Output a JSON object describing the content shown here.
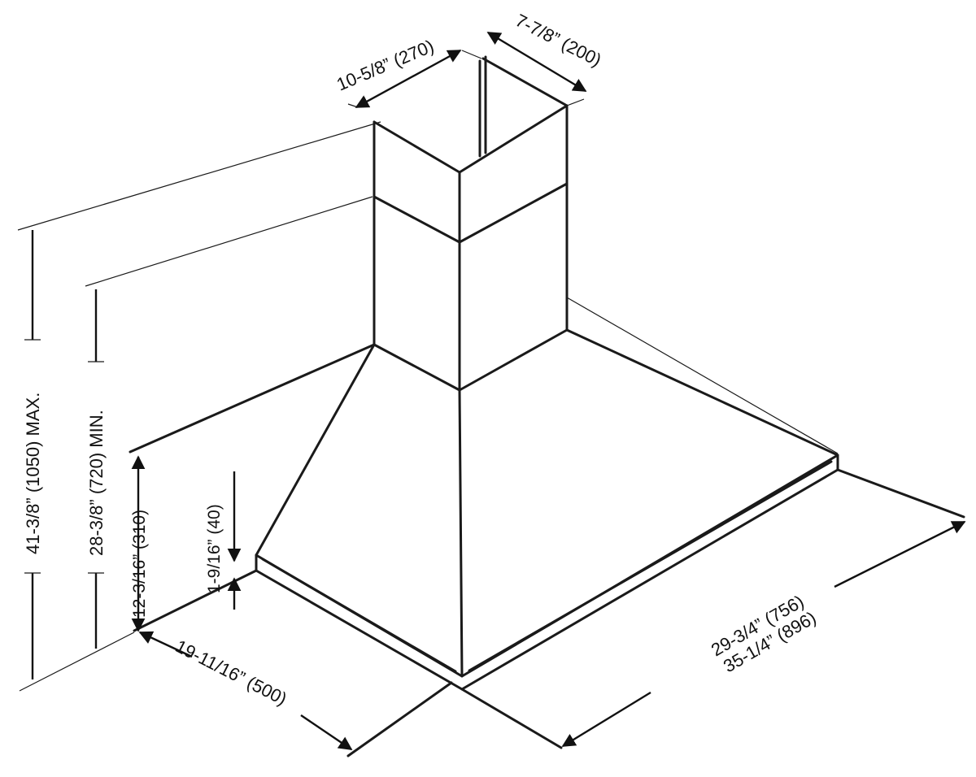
{
  "dimensions": {
    "duct_width": "10-5/8” (270)",
    "duct_depth": "7-7/8” (200)",
    "max_height": "41-3/8” (1050) MAX.",
    "min_height": "28-3/8” (720) MIN.",
    "canopy_height": "12-3/16” (310)",
    "lip_height": "1-9/16” (40)",
    "depth": "19-11/16” (500)",
    "width_inner": "29-3/4” (756)",
    "width_outer": "35-1/4” (896)"
  }
}
